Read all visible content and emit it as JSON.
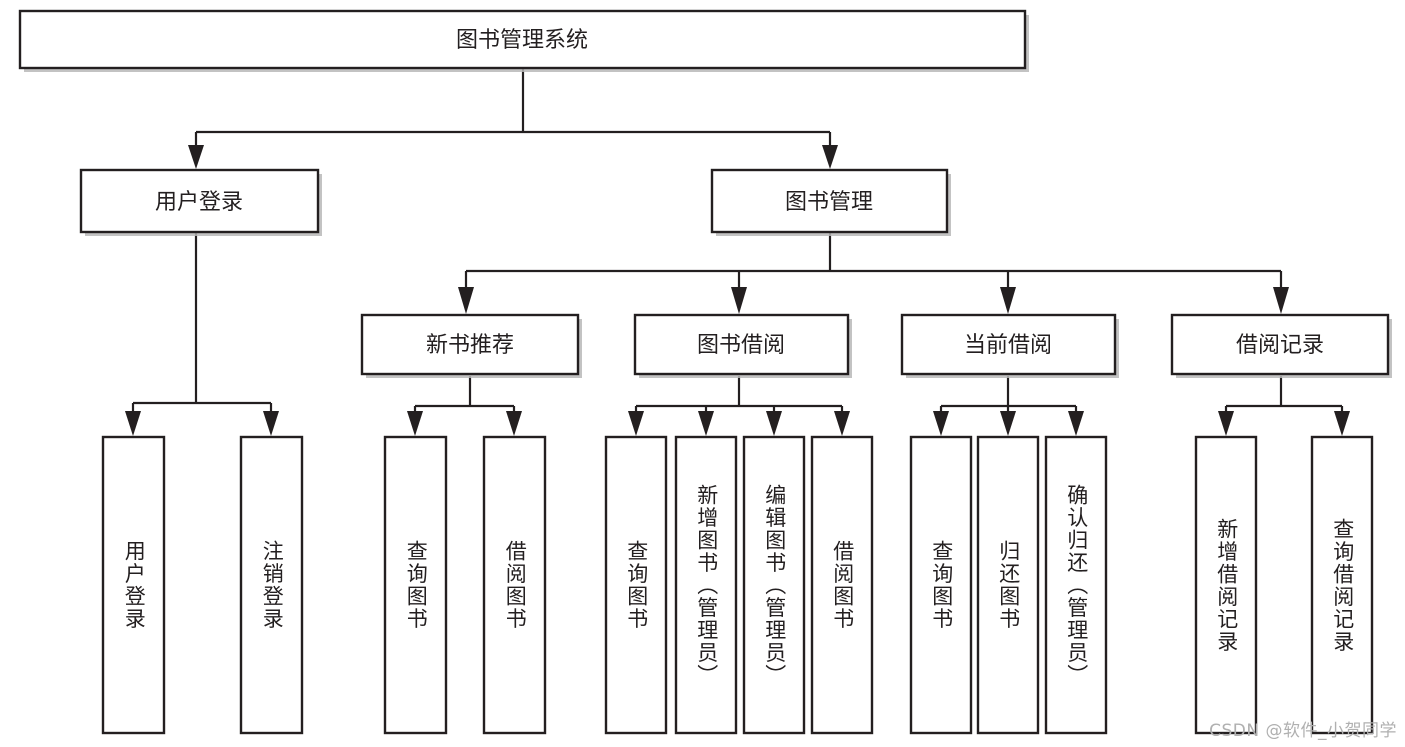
{
  "diagram": {
    "title": "图书管理系统",
    "type": "tree",
    "watermark": "CSDN @软件_小贺同学",
    "colors": {
      "stroke": "#231f20",
      "fill": "#ffffff",
      "shadow": "#b9b9b9",
      "background": "#ffffff",
      "watermark": "#b0b0b0"
    },
    "root": {
      "id": "root",
      "label": "图书管理系统"
    },
    "level2": [
      {
        "id": "user-login",
        "label": "用户登录"
      },
      {
        "id": "book-manage",
        "label": "图书管理"
      }
    ],
    "level3": [
      {
        "id": "new-book-recommend",
        "label": "新书推荐",
        "parent": "book-manage"
      },
      {
        "id": "book-borrow",
        "label": "图书借阅",
        "parent": "book-manage"
      },
      {
        "id": "current-borrow",
        "label": "当前借阅",
        "parent": "book-manage"
      },
      {
        "id": "borrow-record",
        "label": "借阅记录",
        "parent": "book-manage"
      }
    ],
    "leaves": [
      {
        "id": "leaf-user-login",
        "label": "用户登录",
        "parent": "user-login"
      },
      {
        "id": "leaf-logout-login",
        "label": "注销登录",
        "parent": "user-login"
      },
      {
        "id": "leaf-query-book-1",
        "label": "查询图书",
        "parent": "new-book-recommend"
      },
      {
        "id": "leaf-borrow-book-1",
        "label": "借阅图书",
        "parent": "new-book-recommend"
      },
      {
        "id": "leaf-query-book-2",
        "label": "查询图书",
        "parent": "book-borrow"
      },
      {
        "id": "leaf-add-book",
        "label": "新增图书（管理员）",
        "parent": "book-borrow"
      },
      {
        "id": "leaf-edit-book",
        "label": "编辑图书（管理员）",
        "parent": "book-borrow"
      },
      {
        "id": "leaf-borrow-book-2",
        "label": "借阅图书",
        "parent": "book-borrow"
      },
      {
        "id": "leaf-query-book-3",
        "label": "查询图书",
        "parent": "current-borrow"
      },
      {
        "id": "leaf-return-book",
        "label": "归还图书",
        "parent": "current-borrow"
      },
      {
        "id": "leaf-confirm-return",
        "label": "确认归还（管理员）",
        "parent": "current-borrow"
      },
      {
        "id": "leaf-add-record",
        "label": "新增借阅记录",
        "parent": "borrow-record"
      },
      {
        "id": "leaf-query-record",
        "label": "查询借阅记录",
        "parent": "borrow-record"
      }
    ]
  }
}
